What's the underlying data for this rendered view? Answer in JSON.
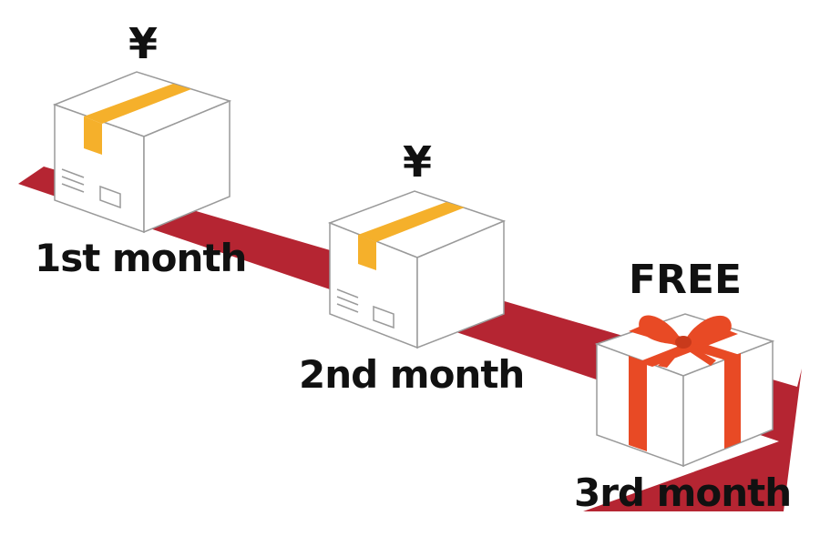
{
  "steps": [
    {
      "price_label": "¥",
      "month_label": "1st month"
    },
    {
      "price_label": "¥",
      "month_label": "2nd month"
    },
    {
      "price_label": "FREE",
      "month_label": "3rd month"
    }
  ],
  "colors": {
    "arrow": "#b52532",
    "tape": "#f5b02b",
    "ribbon": "#e84a25",
    "box_face": "#ffffff",
    "box_outline": "#9a9a9a",
    "text": "#111111"
  }
}
